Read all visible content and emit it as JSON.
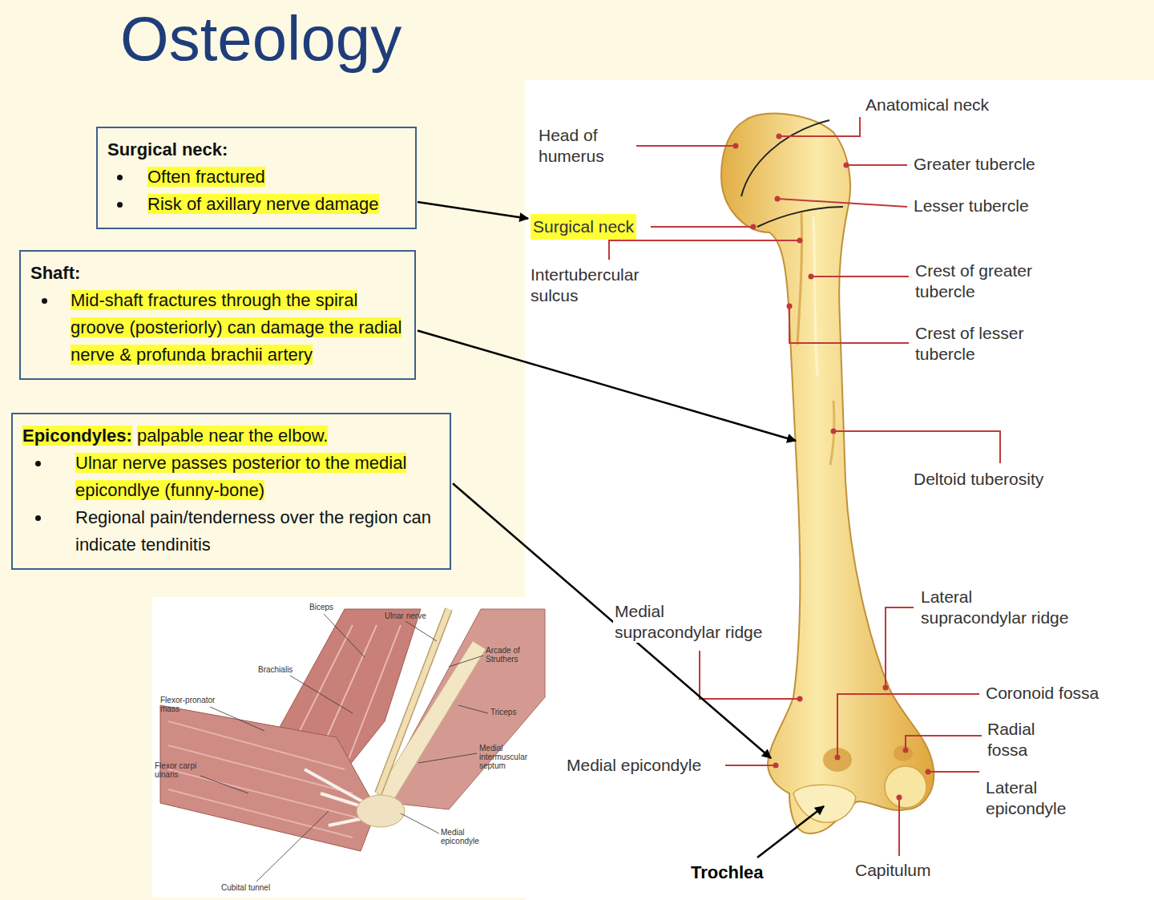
{
  "diagram": {
    "title": "Osteology",
    "nodes": [
      {
        "text": [
          "Surgical neck:",
          "Often fractured",
          "Risk of axillary nerve damage"
        ]
      },
      {
        "text": [
          "Shaft:",
          "Mid-shaft fractures through the spiral groove (posteriorly) can damage the radial nerve & profunda brachii artery"
        ]
      },
      {
        "text": [
          "Epicondyles:",
          "palpable near the elbow.",
          "Ulnar nerve passes posterior to the medial epicondlye (funny-bone)",
          "Regional pain/tenderness over the region can indicate tendinitis"
        ]
      },
      {
        "text": [
          "Surgical neck"
        ]
      }
    ],
    "edges": [
      {
        "from": 0,
        "to": 3,
        "arrow": "to"
      }
    ],
    "labels": [
      "Head of humerus",
      "Anatomical neck",
      "Greater tubercle",
      "Lesser tubercle",
      "Intertubercular sulcus",
      "Crest of greater tubercle",
      "Crest of lesser tubercle",
      "Deltoid tuberosity",
      "Medial supracondylar ridge",
      "Lateral supracondylar ridge",
      "Coronoid fossa",
      "Radial fossa",
      "Medial epicondyle",
      "Lateral epicondyle",
      "Trochlea",
      "Capitulum",
      "Biceps",
      "Ulnar nerve",
      "Arcade of Struthers",
      "Brachialis",
      "Triceps",
      "Flexor-pronator mass",
      "Flexor carpi ulnaris",
      "Medial intermuscular septum",
      "Medial epicondyle",
      "Cubital tunnel"
    ]
  }
}
